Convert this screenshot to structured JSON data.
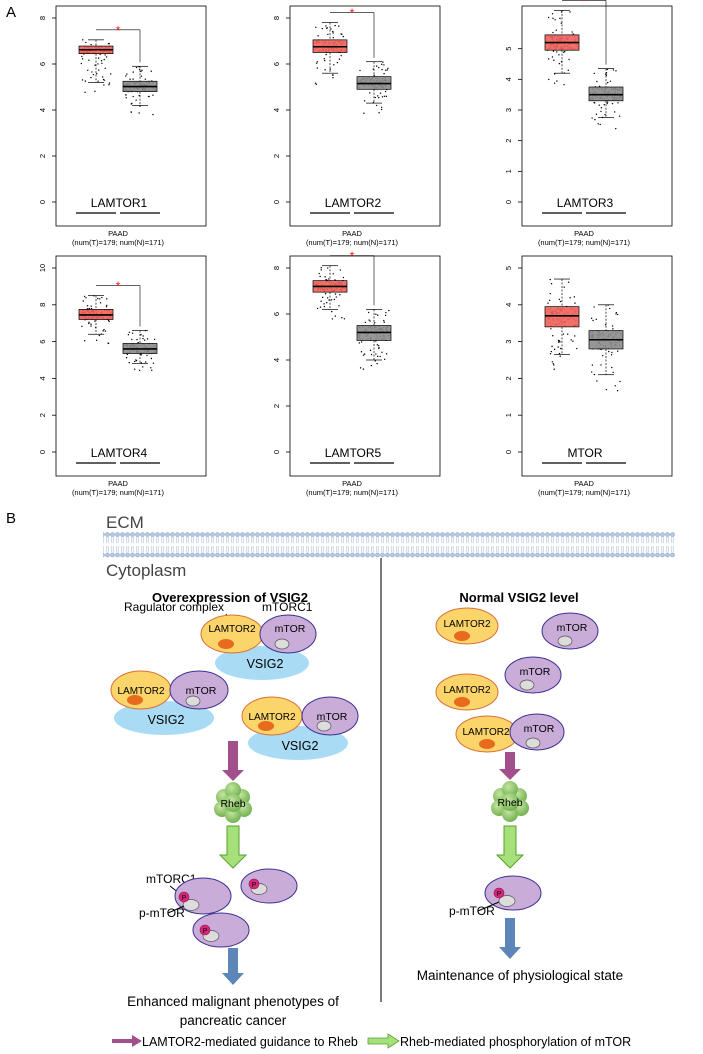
{
  "panel_labels": {
    "a": "A",
    "b": "B"
  },
  "boxplots": [
    {
      "gene": "LAMTOR1",
      "ymax": 8,
      "ticks": [
        0,
        2,
        4,
        6,
        8
      ],
      "tumor": {
        "q1": 6.45,
        "med": 6.62,
        "q3": 6.78,
        "wlo": 5.2,
        "whi": 7.05
      },
      "normal": {
        "q1": 4.8,
        "med": 5.02,
        "q3": 5.25,
        "wlo": 4.2,
        "whi": 5.9
      },
      "sig": true,
      "cohort": "PAAD",
      "counts": "(num(T)=179; num(N)=171)"
    },
    {
      "gene": "LAMTOR2",
      "ymax": 8,
      "ticks": [
        0,
        2,
        4,
        6,
        8
      ],
      "tumor": {
        "q1": 6.5,
        "med": 6.75,
        "q3": 7.05,
        "wlo": 5.6,
        "whi": 7.8
      },
      "normal": {
        "q1": 4.9,
        "med": 5.15,
        "q3": 5.45,
        "wlo": 4.3,
        "whi": 6.1
      },
      "sig": true,
      "cohort": "PAAD",
      "counts": "(num(T)=179; num(N)=171)"
    },
    {
      "gene": "LAMTOR3",
      "ymax": 6,
      "ticks": [
        0,
        1,
        2,
        3,
        4,
        5
      ],
      "tumor": {
        "q1": 4.95,
        "med": 5.2,
        "q3": 5.45,
        "wlo": 4.2,
        "whi": 6.25
      },
      "normal": {
        "q1": 3.3,
        "med": 3.5,
        "q3": 3.75,
        "wlo": 2.75,
        "whi": 4.35
      },
      "sig": true,
      "cohort": "PAAD",
      "counts": "(num(T)=179; num(N)=171)"
    },
    {
      "gene": "LAMTOR4",
      "ymax": 10,
      "ticks": [
        0,
        2,
        4,
        6,
        8,
        10
      ],
      "tumor": {
        "q1": 7.2,
        "med": 7.45,
        "q3": 7.75,
        "wlo": 6.4,
        "whi": 8.5
      },
      "normal": {
        "q1": 5.35,
        "med": 5.6,
        "q3": 5.9,
        "wlo": 4.8,
        "whi": 6.6
      },
      "sig": true,
      "cohort": "PAAD",
      "counts": "(num(T)=179; num(N)=171)"
    },
    {
      "gene": "LAMTOR5",
      "ymax": 8,
      "ticks": [
        0,
        2,
        4,
        6,
        8
      ],
      "tumor": {
        "q1": 6.95,
        "med": 7.2,
        "q3": 7.45,
        "wlo": 6.2,
        "whi": 8.1
      },
      "normal": {
        "q1": 4.85,
        "med": 5.2,
        "q3": 5.5,
        "wlo": 4.0,
        "whi": 6.2
      },
      "sig": true,
      "cohort": "PAAD",
      "counts": "(num(T)=179; num(N)=171)"
    },
    {
      "gene": "MTOR",
      "ymax": 5,
      "ticks": [
        0,
        1,
        2,
        3,
        4,
        5
      ],
      "tumor": {
        "q1": 3.4,
        "med": 3.7,
        "q3": 3.95,
        "wlo": 2.65,
        "whi": 4.7
      },
      "normal": {
        "q1": 2.8,
        "med": 3.05,
        "q3": 3.3,
        "wlo": 2.1,
        "whi": 4.0
      },
      "sig": false,
      "cohort": "PAAD",
      "counts": "(num(T)=179; num(N)=171)"
    }
  ],
  "diagram": {
    "ecm": "ECM",
    "cytoplasm": "Cytoplasm",
    "left_title": "Overexpression of VSIG2",
    "right_title": "Normal VSIG2 level",
    "ragulator": "Ragulator complex",
    "mtorc1": "mTORC1",
    "lamtor2": "LAMTOR2",
    "mtor": "mTOR",
    "vsig2": "VSIG2",
    "rheb": "Rheb",
    "p": "P",
    "p_mtor": "p-mTOR",
    "left_outcome_1": "Enhanced malignant phenotypes of",
    "left_outcome_2": "pancreatic cancer",
    "right_outcome": "Maintenance of physiological state",
    "legend_1": "LAMTOR2-mediated guidance to Rheb",
    "legend_2": "Rheb-mediated phosphorylation of mTOR"
  },
  "colors": {
    "tumor": "#f0625a",
    "normal": "#8c8c8c",
    "lamtor2": "#fbd46a",
    "mtor": "#c9acd8",
    "vsig2": "#a9dcf4",
    "rheb": "#8cc66a",
    "arrow_purple": "#a2508c",
    "arrow_green": "#a6e07a",
    "arrow_blue": "#5d86b8",
    "phospho": "#d6287a"
  }
}
